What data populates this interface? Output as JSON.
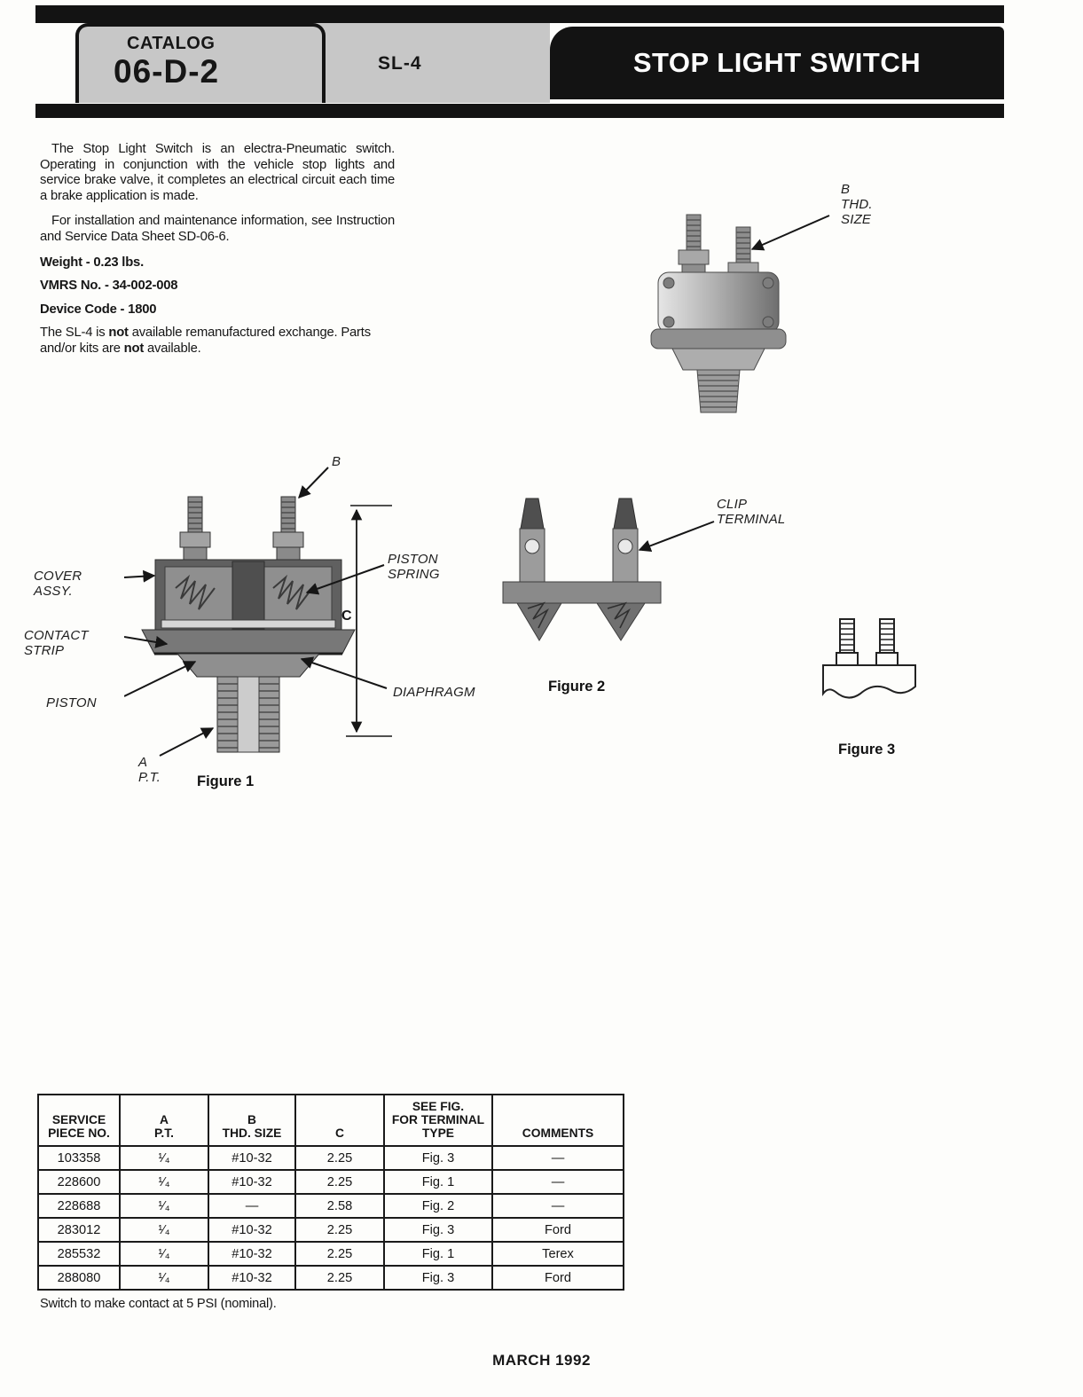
{
  "header": {
    "catalog_label": "CATALOG",
    "catalog_number": "06-D-2",
    "model": "SL-4",
    "title": "STOP LIGHT SWITCH"
  },
  "intro": {
    "para1": "The Stop Light Switch is an electra-Pneumatic switch. Operating in conjunction with the vehicle stop lights and service brake valve, it completes an electrical circuit each time a brake application is made.",
    "para2": "For installation and maintenance information, see Instruction and Service Data Sheet SD-06-6.",
    "weight": "Weight -  0.23 lbs.",
    "vmrs": "VMRS No. - 34-002-008",
    "device_code": "Device Code - 1800",
    "availability": {
      "part1": "The SL-4 is ",
      "bold1": "not",
      "part2": " available remanufactured exchange. Parts and/or kits are ",
      "bold2": "not",
      "part3": " available."
    }
  },
  "photo": {
    "thread_label": "B\nTHD.\nSIZE"
  },
  "figure1": {
    "label_b": "B",
    "label_cover": "COVER\nASSY.",
    "label_contact": "CONTACT\nSTRIP",
    "label_piston": "PISTON",
    "label_spring": "PISTON\nSPRING",
    "label_diaphragm": "DIAPHRAGM",
    "label_c": "C",
    "label_apt": "A\nP.T.",
    "caption": "Figure 1"
  },
  "figure2": {
    "label_clip": "CLIP\nTERMINAL",
    "caption": "Figure 2"
  },
  "figure3": {
    "caption": "Figure 3"
  },
  "table": {
    "headers": [
      "SERVICE\nPIECE NO.",
      "A\nP.T.",
      "B\nTHD. SIZE",
      "C",
      "SEE FIG.\nFOR TERMINAL\nTYPE",
      "COMMENTS"
    ],
    "rows": [
      [
        "103358",
        "¹⁄₄",
        "#10-32",
        "2.25",
        "Fig. 3",
        "—"
      ],
      [
        "228600",
        "¹⁄₄",
        "#10-32",
        "2.25",
        "Fig. 1",
        "—"
      ],
      [
        "228688",
        "¹⁄₄",
        "—",
        "2.58",
        "Fig. 2",
        "—"
      ],
      [
        "283012",
        "¹⁄₄",
        "#10-32",
        "2.25",
        "Fig. 3",
        "Ford"
      ],
      [
        "285532",
        "¹⁄₄",
        "#10-32",
        "2.25",
        "Fig. 1",
        "Terex"
      ],
      [
        "288080",
        "¹⁄₄",
        "#10-32",
        "2.25",
        "Fig. 3",
        "Ford"
      ]
    ],
    "footnote": "Switch to make contact at 5 PSI (nominal)."
  },
  "footer": {
    "date": "MARCH 1992"
  },
  "colors": {
    "ink": "#161616",
    "panel_gray": "#c7c7c7"
  }
}
